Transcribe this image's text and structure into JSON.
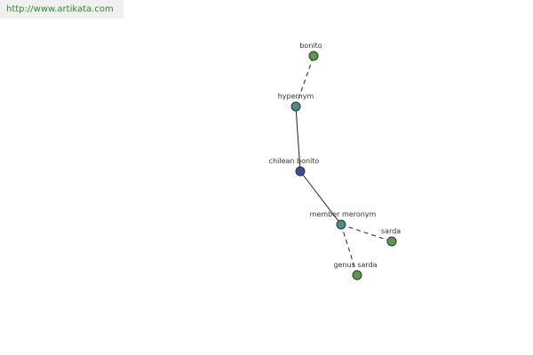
{
  "source_link": "http://www.artikata.com",
  "colors": {
    "leaf_node": "#5a9a4a",
    "relation_node": "#4a8c8a",
    "center_node": "#3a4aa0"
  },
  "graph": {
    "nodes": [
      {
        "id": "bonito",
        "label": "bonito",
        "kind": "leaf"
      },
      {
        "id": "hypernym",
        "label": "hypernym",
        "kind": "relation"
      },
      {
        "id": "chilean-bonito",
        "label": "chilean bonito",
        "kind": "center"
      },
      {
        "id": "member-meronym",
        "label": "member meronym",
        "kind": "relation"
      },
      {
        "id": "sarda",
        "label": "sarda",
        "kind": "leaf"
      },
      {
        "id": "genus-sarda",
        "label": "genus sarda",
        "kind": "leaf"
      }
    ],
    "edges": [
      {
        "from": "hypernym",
        "to": "bonito",
        "style": "dashed"
      },
      {
        "from": "chilean-bonito",
        "to": "hypernym",
        "style": "solid"
      },
      {
        "from": "chilean-bonito",
        "to": "member-meronym",
        "style": "solid"
      },
      {
        "from": "member-meronym",
        "to": "sarda",
        "style": "dashed"
      },
      {
        "from": "member-meronym",
        "to": "genus-sarda",
        "style": "dashed"
      }
    ]
  }
}
